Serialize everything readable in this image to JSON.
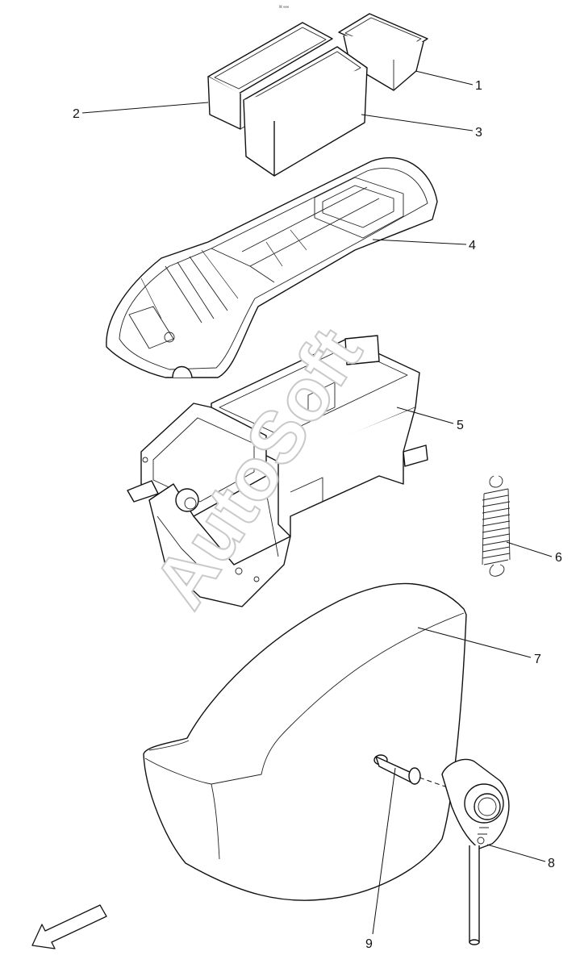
{
  "top_marker": "ℵ ∞∞",
  "watermark": "AutoSoft",
  "callouts": [
    "1",
    "2",
    "3",
    "4",
    "5",
    "6",
    "7",
    "8",
    "9"
  ],
  "direction_arrow": "front-direction-arrow"
}
